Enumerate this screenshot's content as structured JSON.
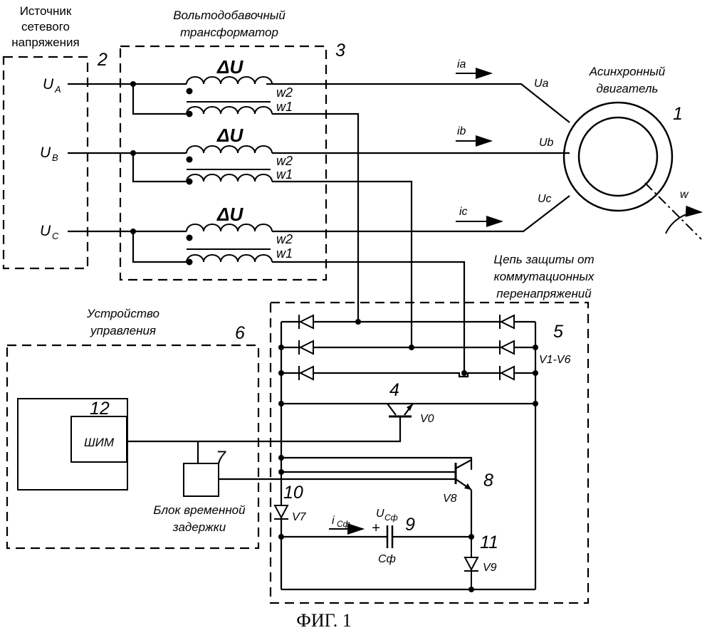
{
  "labels": {
    "source": [
      "Источник",
      "сетевого",
      "напряжения"
    ],
    "transformer": [
      "Вольтодобавочный",
      "трансформатор"
    ],
    "motor": [
      "Асинхронный",
      "двигатель"
    ],
    "protection": [
      "Цепь защиты от",
      "коммутационных",
      "перенапряжений"
    ],
    "control": [
      "Устройство",
      "управления"
    ],
    "delay": [
      "Блок временной",
      "задержки"
    ],
    "pwm": "ШИМ"
  },
  "voltages": {
    "UA": {
      "main": "U",
      "sub": "A"
    },
    "UB": {
      "main": "U",
      "sub": "B"
    },
    "UC": {
      "main": "U",
      "sub": "C"
    },
    "Ua": "Ua",
    "Ub": "Ub",
    "Uc": "Uc",
    "du": "ΔU",
    "ucf_main": "U",
    "ucf_sub": "Cф",
    "plus": "+"
  },
  "currents": {
    "ia": "ia",
    "ib": "ib",
    "ic": "ic",
    "icf_main": "i",
    "icf_sub": "Cф"
  },
  "windings": {
    "w2": "w2",
    "w1": "w1"
  },
  "rotation": "w",
  "components": {
    "v1v6": "V1-V6",
    "v0": "V0",
    "v7": "V7",
    "v8": "V8",
    "v9": "V9",
    "cf": "Cф"
  },
  "numbers": {
    "n1": "1",
    "n2": "2",
    "n3": "3",
    "n4": "4",
    "n5": "5",
    "n6": "6",
    "n7": "7",
    "n8": "8",
    "n9": "9",
    "n10": "10",
    "n11": "11",
    "n12": "12"
  },
  "caption": "ФИГ. 1"
}
